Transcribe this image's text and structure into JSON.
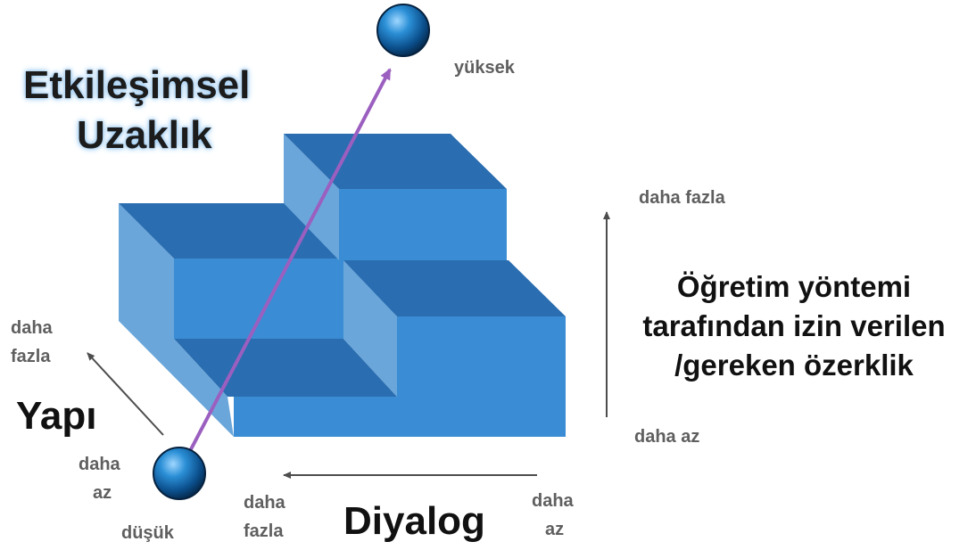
{
  "title": {
    "line1": "Etkileşimsel",
    "line2": "Uzaklık"
  },
  "scale": {
    "high": "yüksek",
    "low": "düşük"
  },
  "autonomy": {
    "label_line1": "Öğretim yöntemi",
    "label_line2": "tarafından izin verilen",
    "label_line3": "/gereken özerklik",
    "more": "daha fazla",
    "less": "daha az"
  },
  "structure": {
    "label": "Yapı",
    "more_line1": "daha",
    "more_line2": "fazla",
    "less_line1": "daha",
    "less_line2": "az"
  },
  "dialog": {
    "label": "Diyalog",
    "more_line1": "daha",
    "more_line2": "fazla",
    "less_line1": "daha",
    "less_line2": "az"
  },
  "colors": {
    "top_face": "#2a6db0",
    "front_face": "#3a8dd4",
    "side_face": "#6aa6da",
    "diagonal_arrow": "#9b5fc0",
    "axis_arrow": "#4d4d4d",
    "title_glow": "#9ecbf0"
  }
}
